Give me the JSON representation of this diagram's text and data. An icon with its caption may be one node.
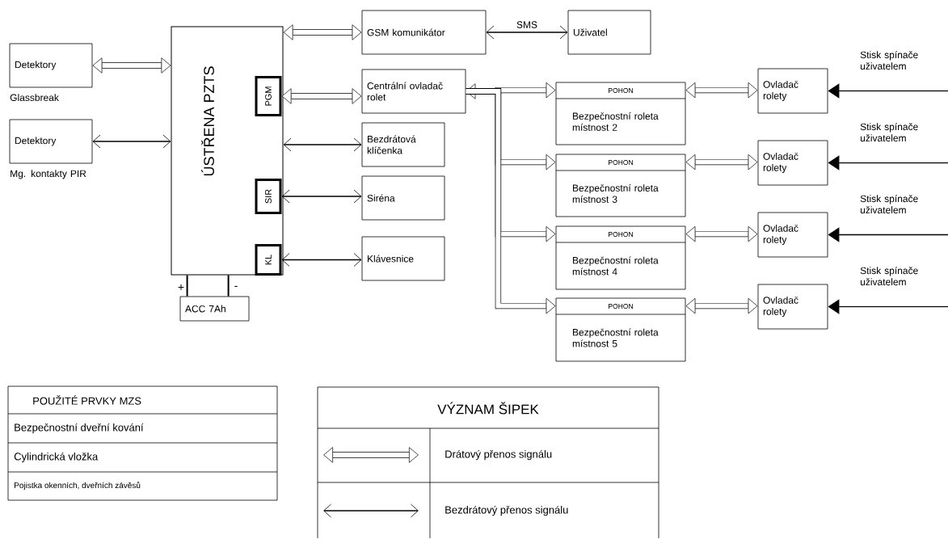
{
  "diagram": {
    "nodes": [
      {
        "text": [
          "Detektory"
        ],
        "beside": [
          "Glassbreak"
        ]
      },
      {
        "text": [
          "Detektory"
        ],
        "beside": [
          "Mg. kontakty PIR"
        ]
      },
      {
        "text": [
          "ÚSTŘENA PZTS"
        ]
      },
      {
        "text": [
          "PGM"
        ],
        "in": 2
      },
      {
        "text": [
          "SIR"
        ],
        "in": 2
      },
      {
        "text": [
          "KL"
        ],
        "in": 2
      },
      {
        "text": [
          "ACC 7Ah"
        ]
      },
      {
        "text": [
          "GSM komunikátor"
        ]
      },
      {
        "text": [
          "Uživatel"
        ]
      },
      {
        "text": [
          "Centrální ovladač rolet"
        ]
      },
      {
        "text": [
          "Bezdrátová klíčenka"
        ]
      },
      {
        "text": [
          "Siréna"
        ]
      },
      {
        "text": [
          "Klávesnice"
        ]
      },
      {
        "text": [
          "POHON",
          "Bezpečnostní roleta místnost 2"
        ]
      },
      {
        "text": [
          "POHON",
          "Bezpečnostní roleta místnost 3"
        ]
      },
      {
        "text": [
          "POHON",
          "Bezpečnostní roleta místnost 4"
        ]
      },
      {
        "text": [
          "POHON",
          "Bezpečnostní roleta místnost 5"
        ]
      },
      {
        "text": [
          "Ovladač rolety"
        ]
      },
      {
        "text": [
          "Ovladač rolety"
        ]
      },
      {
        "text": [
          "Ovladač rolety"
        ]
      },
      {
        "text": [
          "Ovladač rolety"
        ]
      }
    ],
    "edges": [
      {
        "from": 0,
        "to": 2,
        "arrow": "both",
        "style": "thick"
      },
      {
        "from": 1,
        "to": 2,
        "arrow": "both"
      },
      {
        "from": 2,
        "to": 7,
        "arrow": "both",
        "style": "thick"
      },
      {
        "from": 3,
        "to": 9,
        "arrow": "both",
        "style": "thick"
      },
      {
        "from": 2,
        "to": 10,
        "arrow": "both"
      },
      {
        "from": 4,
        "to": 11,
        "arrow": "both"
      },
      {
        "from": 5,
        "to": 12,
        "arrow": "both"
      },
      {
        "from": 7,
        "to": 8,
        "arrow": "both",
        "label": "SMS"
      },
      {
        "from": 9,
        "to": 13,
        "arrow": "both",
        "style": "thick"
      },
      {
        "from": 9,
        "to": 14,
        "arrow": "to",
        "style": "thick"
      },
      {
        "from": 9,
        "to": 15,
        "arrow": "to",
        "style": "thick"
      },
      {
        "from": 9,
        "to": 16,
        "arrow": "to",
        "style": "thick"
      },
      {
        "from": 13,
        "to": 17,
        "arrow": "both",
        "style": "thick"
      },
      {
        "from": 14,
        "to": 18,
        "arrow": "both",
        "style": "thick"
      },
      {
        "from": 15,
        "to": 19,
        "arrow": "both",
        "style": "thick"
      },
      {
        "from": 16,
        "to": 20,
        "arrow": "both",
        "style": "thick"
      },
      {
        "from": null,
        "to": 17,
        "arrow": "to"
      },
      {
        "from": null,
        "to": 18,
        "arrow": "to"
      },
      {
        "from": null,
        "to": 19,
        "arrow": "to"
      },
      {
        "from": null,
        "to": 20,
        "arrow": "to"
      },
      {
        "from": 6,
        "to": 2,
        "arrow": "none"
      },
      {
        "from": 6,
        "to": 2,
        "arrow": "none"
      }
    ],
    "labels": [
      "+",
      "-",
      "Stisk spínače uživatelem",
      "Stisk spínače uživatelem",
      "Stisk spínače uživatelem",
      "Stisk spínače uživatelem",
      "POUŽITÉ PRVKY MZS",
      "Bezpečnostní dveřní kování",
      "Cylindrická vložka",
      "Pojistka okenních, dveřních závěsů",
      "VÝZNAM ŠIPEK"
    ],
    "legend": [
      {
        "text": "Drátový přenos signálu"
      },
      {
        "text": "Bezdrátový přenos signálu"
      }
    ]
  }
}
